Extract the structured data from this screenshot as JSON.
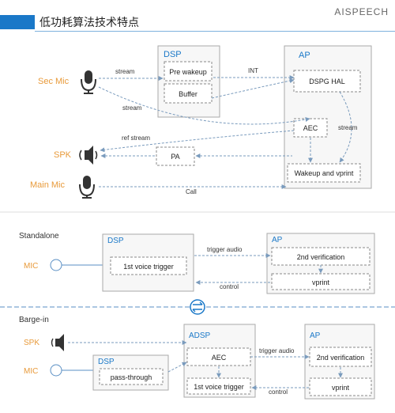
{
  "header": {
    "title": "低功耗算法技术特点",
    "logo": "AISPEECH"
  },
  "top": {
    "inputs": [
      "Sec Mic",
      "SPK",
      "Main Mic"
    ],
    "dsp": {
      "title": "DSP",
      "blocks": [
        "Pre wakeup",
        "Buffer",
        "PA"
      ]
    },
    "ap": {
      "title": "AP",
      "blocks": [
        "DSPG HAL",
        "AEC",
        "Wakeup and vprint"
      ]
    },
    "edges": {
      "stream1": "stream",
      "int": "INT",
      "stream2": "stream",
      "refstream": "ref stream",
      "stream3": "stream",
      "call": "Call"
    }
  },
  "standalone": {
    "label": "Standalone",
    "input": "MIC",
    "dsp": {
      "title": "DSP",
      "block": "1st voice trigger"
    },
    "ap": {
      "title": "AP",
      "blocks": [
        "2nd verification",
        "vprint"
      ]
    },
    "edges": {
      "trigger": "trigger audio",
      "control": "control"
    }
  },
  "bargein": {
    "label": "Barge-in",
    "inputs": [
      "SPK",
      "MIC"
    ],
    "dsp": {
      "title": "DSP",
      "block": "pass-through"
    },
    "adsp": {
      "title": "ADSP",
      "blocks": [
        "AEC",
        "1st voice trigger"
      ]
    },
    "ap": {
      "title": "AP",
      "blocks": [
        "2nd verification",
        "vprint"
      ]
    },
    "edges": {
      "trigger": "trigger audio",
      "control": "control"
    }
  }
}
